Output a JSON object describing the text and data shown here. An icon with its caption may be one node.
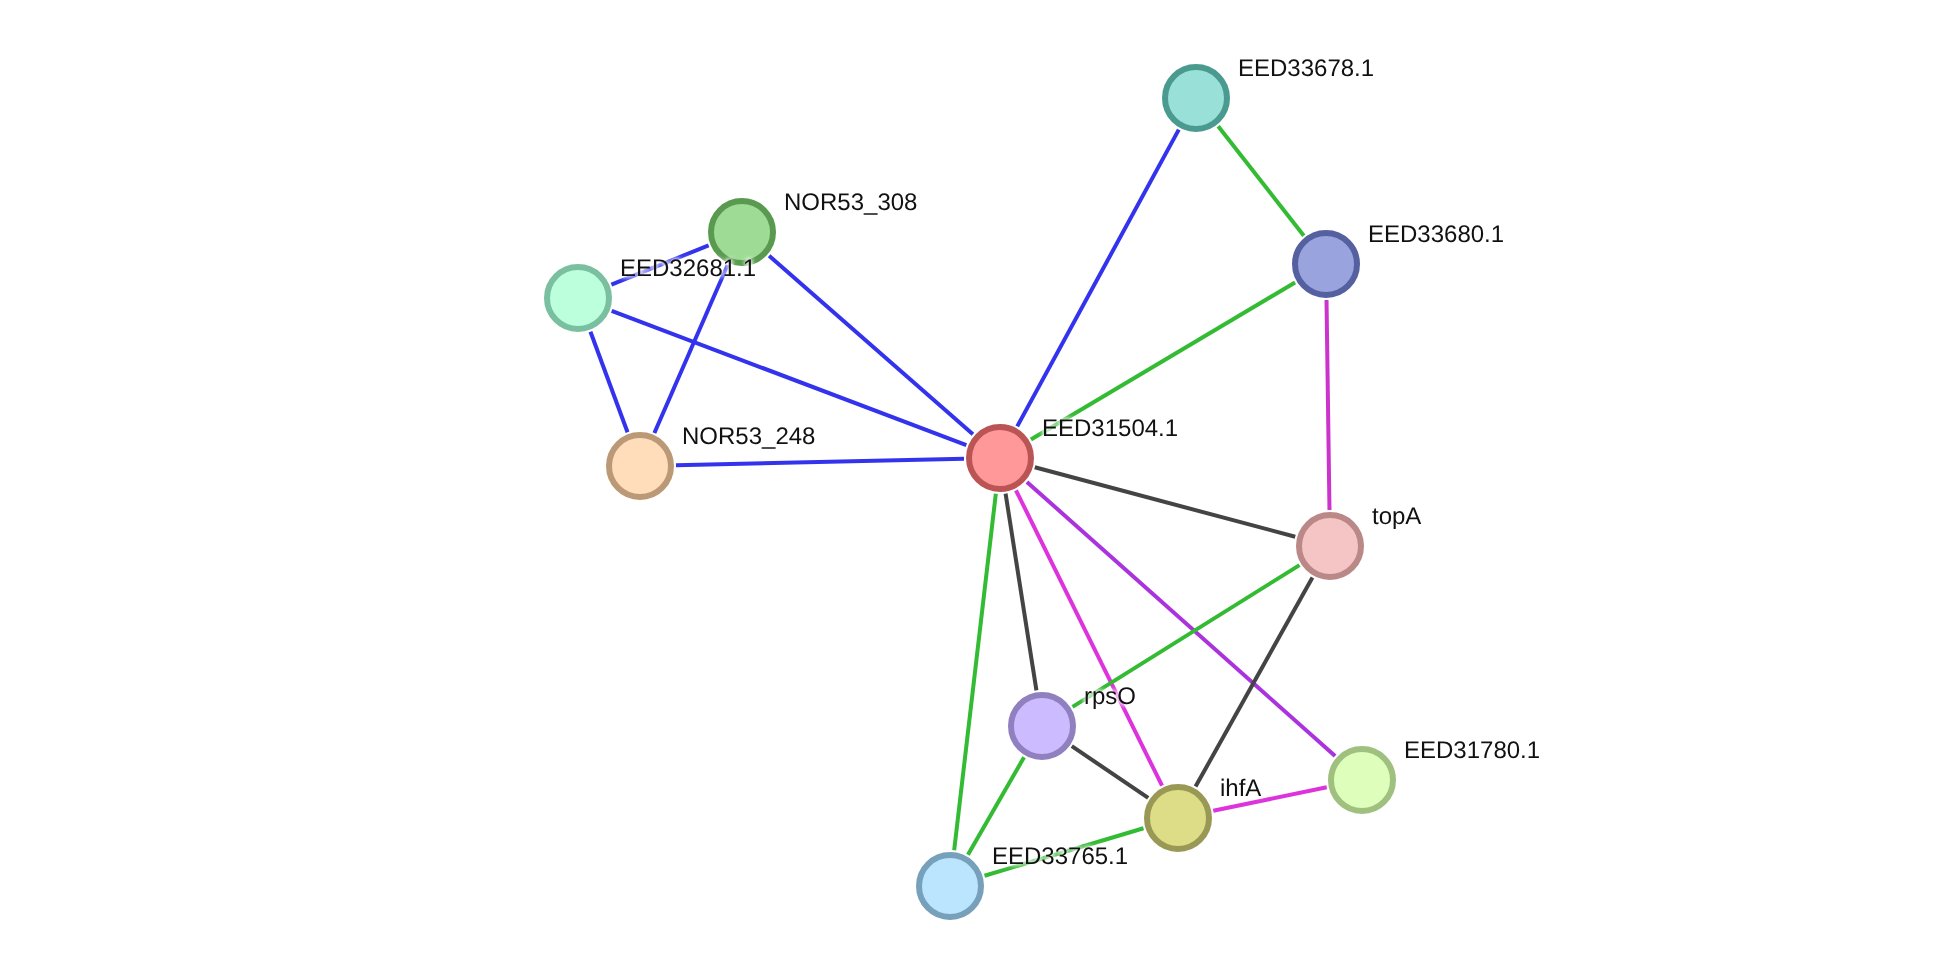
{
  "diagram": {
    "nodes": [
      {
        "text": [
          "EED33678.1"
        ]
      },
      {
        "text": [
          "NOR53_308"
        ]
      },
      {
        "text": [
          "EED32681.1"
        ]
      },
      {
        "text": [
          "EED33680.1"
        ]
      },
      {
        "text": [
          "NOR53_248"
        ]
      },
      {
        "text": [
          "EED31504.1"
        ]
      },
      {
        "text": [
          "topA"
        ]
      },
      {
        "text": [
          "rpsO"
        ]
      },
      {
        "text": [
          "EED31780.1"
        ]
      },
      {
        "text": [
          "ihfA"
        ]
      },
      {
        "text": [
          "EED33765.1"
        ]
      }
    ],
    "edges": [
      {
        "from": 0,
        "to": 5,
        "arrow": "none"
      },
      {
        "from": 0,
        "to": 3,
        "arrow": "none",
        "color": "#33bb33"
      },
      {
        "from": 1,
        "to": 5,
        "arrow": "none"
      },
      {
        "from": 1,
        "to": 4,
        "arrow": "none"
      },
      {
        "from": 2,
        "to": 1,
        "arrow": "none"
      },
      {
        "from": 2,
        "to": 4,
        "arrow": "none"
      },
      {
        "from": 2,
        "to": 5,
        "arrow": "none"
      },
      {
        "from": 4,
        "to": 5,
        "arrow": "none"
      },
      {
        "from": 3,
        "to": 5,
        "arrow": "none",
        "color": "#33bb33"
      },
      {
        "from": 3,
        "to": 6,
        "arrow": "none",
        "color": "#cc33cc"
      },
      {
        "from": 5,
        "to": 6,
        "arrow": "none",
        "color": "#444444"
      },
      {
        "from": 5,
        "to": 7,
        "arrow": "none",
        "color": "#444444"
      },
      {
        "from": 5,
        "to": 9,
        "arrow": "none",
        "color": "#dd33dd"
      },
      {
        "from": 5,
        "to": 8,
        "arrow": "none",
        "color": "#aa33dd"
      },
      {
        "from": 5,
        "to": 10,
        "arrow": "none",
        "color": "#33bb33"
      },
      {
        "from": 6,
        "to": 7,
        "arrow": "none",
        "color": "#33bb33"
      },
      {
        "from": 6,
        "to": 9,
        "arrow": "none",
        "color": "#444444"
      },
      {
        "from": 7,
        "to": 9,
        "arrow": "none",
        "color": "#444444"
      },
      {
        "from": 7,
        "to": 10,
        "arrow": "none",
        "color": "#33bb33"
      },
      {
        "from": 9,
        "to": 8,
        "arrow": "none",
        "color": "#dd33dd"
      },
      {
        "from": 9,
        "to": 10,
        "arrow": "none",
        "color": "#33bb33"
      }
    ]
  }
}
